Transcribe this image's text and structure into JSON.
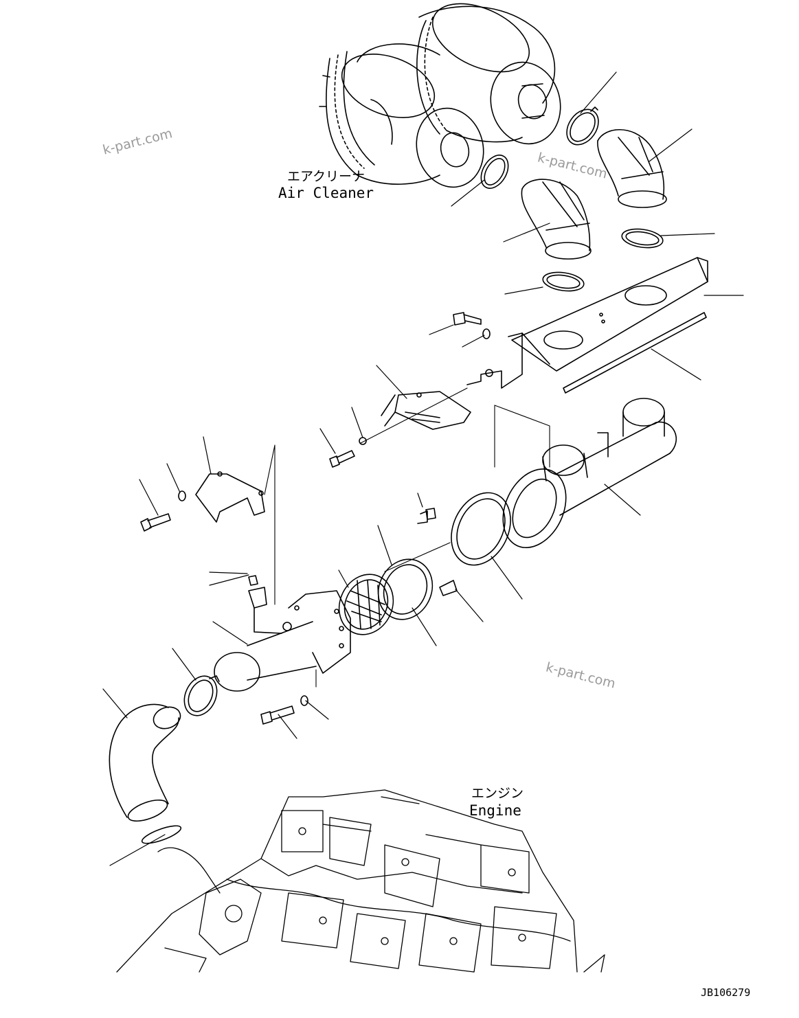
{
  "labels": {
    "air_cleaner_jp": "エアクリーナ",
    "air_cleaner_en": "Air Cleaner",
    "engine_jp": "エンジン",
    "engine_en": "Engine"
  },
  "watermark": "k-part.com",
  "drawing_code": "JB106279",
  "colors": {
    "line": "#000000",
    "watermark": "#9a9a9a",
    "background": "#ffffff"
  }
}
